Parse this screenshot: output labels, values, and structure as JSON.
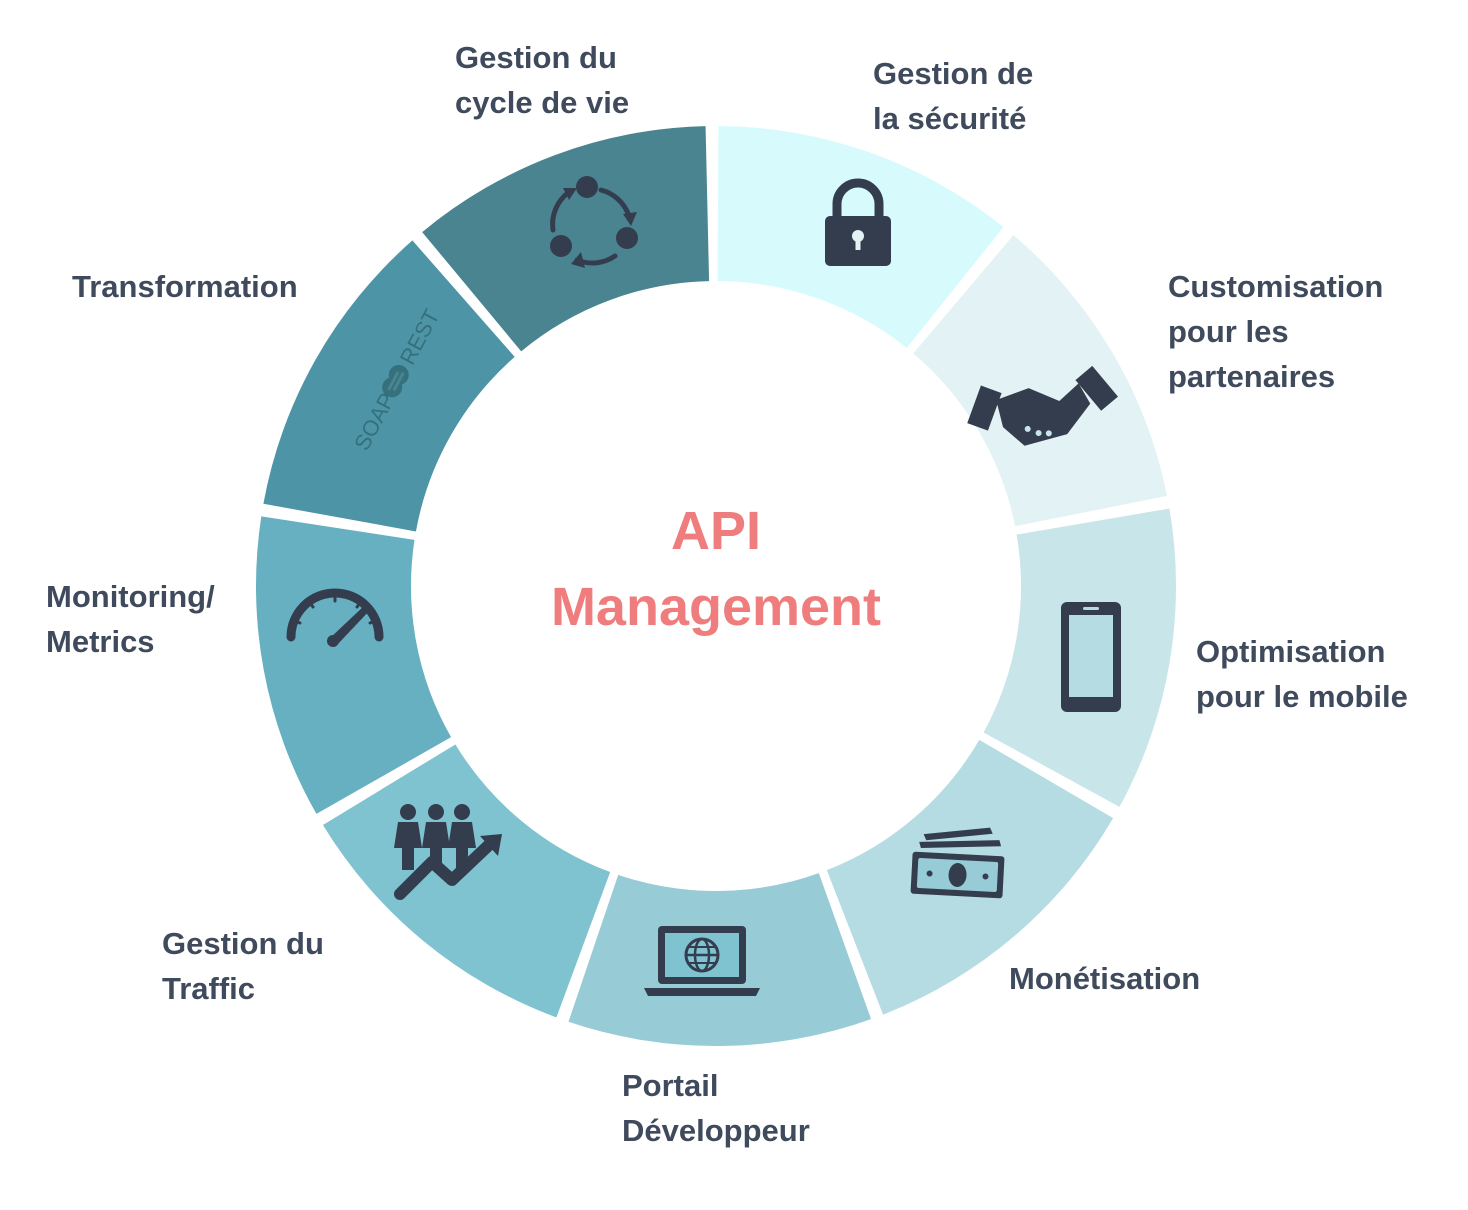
{
  "center": {
    "line1": "API",
    "line2": "Management"
  },
  "segments": [
    {
      "id": "lifecycle",
      "lines": [
        "Gestion du",
        "cycle de vie"
      ],
      "color": "#d7fbfd",
      "icon": "cycle-icon"
    },
    {
      "id": "security",
      "lines": [
        "Gestion de",
        "la sécurité"
      ],
      "color": "#e3f2f4",
      "icon": "padlock-icon"
    },
    {
      "id": "partners",
      "lines": [
        "Customisation",
        "pour les",
        "partenaires"
      ],
      "color": "#c8e5ea",
      "icon": "handshake-icon"
    },
    {
      "id": "mobile",
      "lines": [
        "Optimisation",
        "pour le mobile"
      ],
      "color": "#b5dce3",
      "icon": "smartphone-icon"
    },
    {
      "id": "monetization",
      "lines": [
        "Monétisation"
      ],
      "color": "#97cbd6",
      "icon": "banknotes-icon"
    },
    {
      "id": "portal",
      "lines": [
        "Portail",
        "Développeur"
      ],
      "color": "#7fc2d0",
      "icon": "laptop-globe-icon"
    },
    {
      "id": "traffic",
      "lines": [
        "Gestion du",
        "Traffic"
      ],
      "color": "#66b0c2",
      "icon": "people-growth-icon"
    },
    {
      "id": "monitoring",
      "lines": [
        "Monitoring/",
        "Metrics"
      ],
      "color": "#4d95a6",
      "icon": "speedometer-icon"
    },
    {
      "id": "transformation",
      "lines": [
        "Transformation"
      ],
      "color": "#4a8491",
      "icon": "soap-rest-icon"
    }
  ],
  "soap_rest": {
    "soap": "SOAP",
    "rest": "REST"
  }
}
